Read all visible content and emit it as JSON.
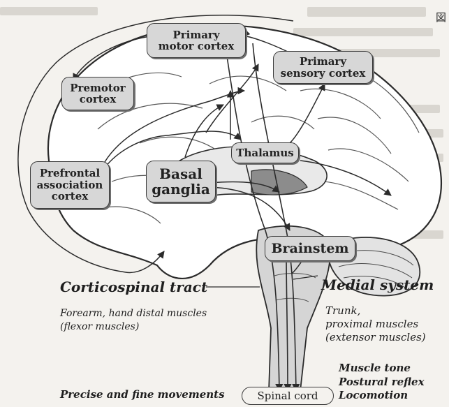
{
  "figure": {
    "mark": "図",
    "boxes": {
      "primary_motor": [
        "Primary",
        "motor cortex"
      ],
      "primary_sensory": [
        "Primary",
        "sensory cortex"
      ],
      "premotor": [
        "Premotor",
        "cortex"
      ],
      "thalamus": "Thalamus",
      "prefrontal": [
        "Prefrontal",
        "association",
        "cortex"
      ],
      "basal_ganglia": [
        "Basal",
        "ganglia"
      ],
      "brainstem": "Brainstem",
      "spinal_cord": "Spinal cord"
    },
    "labels": {
      "medial_system": "Medial system",
      "medial_targets": [
        "Trunk,",
        "proximal muscles",
        "(extensor muscles)"
      ],
      "corticospinal_tract": "Corticospinal tract",
      "corticospinal_targets": [
        "Forearm, hand distal muscles",
        "(flexor muscles)"
      ],
      "precise_movements": "Precise and fine movements",
      "medial_functions": [
        "Muscle tone",
        "Postural reflex",
        "Locomotion"
      ]
    }
  }
}
